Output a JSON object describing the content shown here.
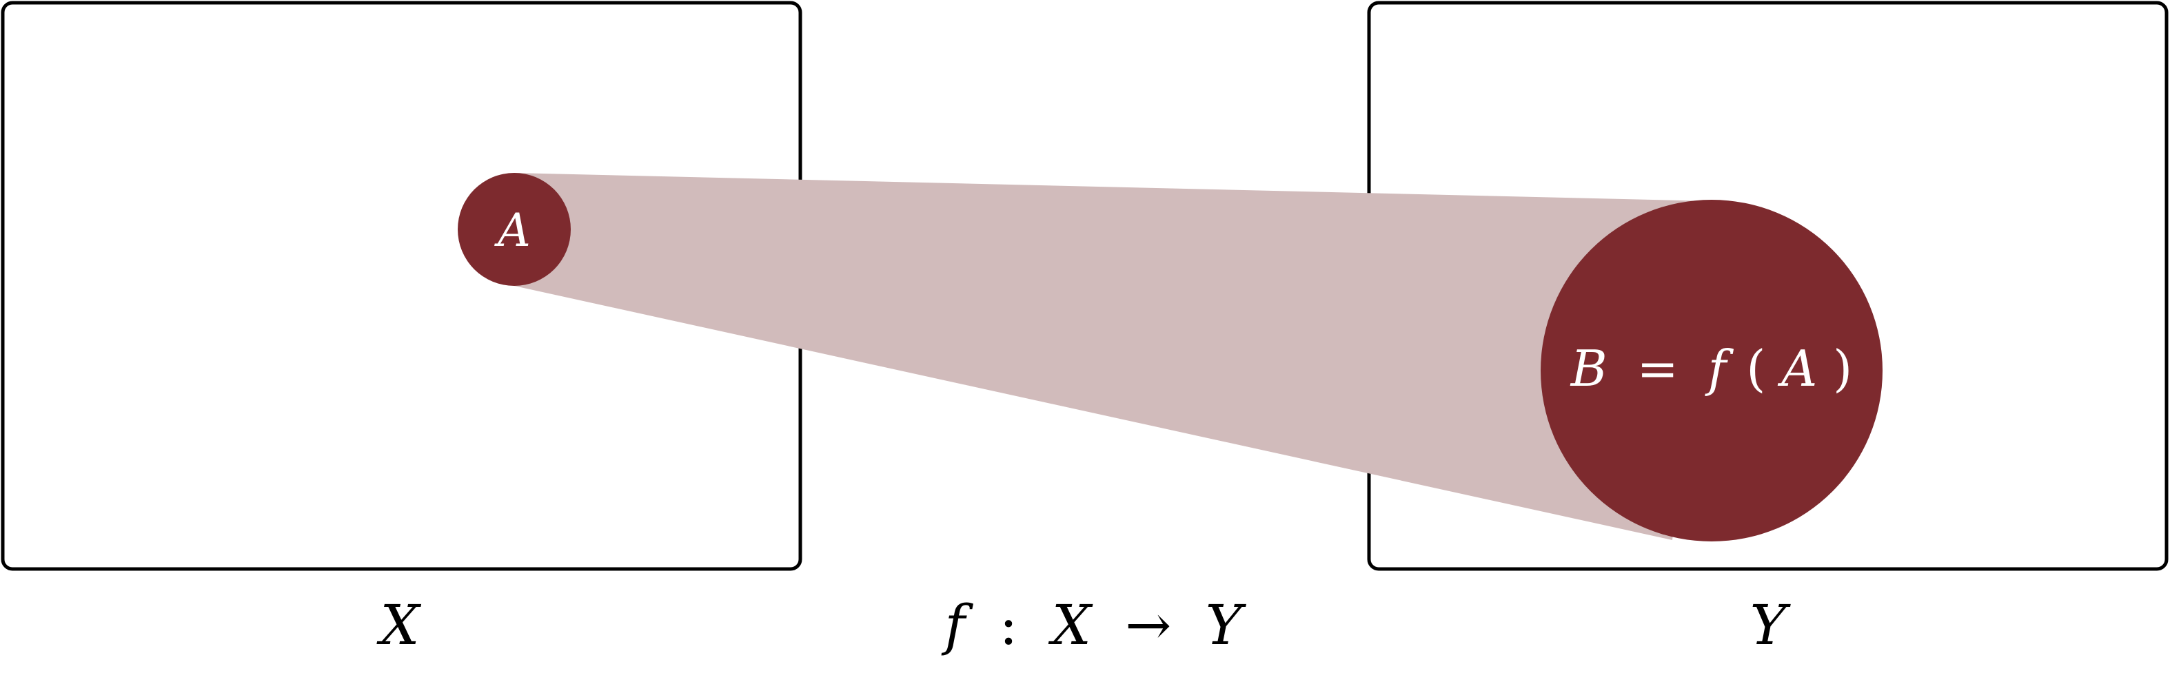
{
  "diagram": {
    "domain_set": {
      "label": "X"
    },
    "codomain_set": {
      "label": "Y"
    },
    "subset_a": {
      "label": "A"
    },
    "image_b": {
      "label_b": "B",
      "equals": "=",
      "func": "f",
      "lparen": "(",
      "arg": "A",
      "rparen": ")"
    },
    "mapping_caption": {
      "func": "f",
      "colon": ":",
      "from": "X",
      "arrow": "→",
      "to": "Y"
    },
    "colors": {
      "circle_fill": "#7d2a2e",
      "cone_fill": "#d1bbbb",
      "box_stroke": "#000000",
      "label_on_circle": "#ffffff"
    }
  }
}
